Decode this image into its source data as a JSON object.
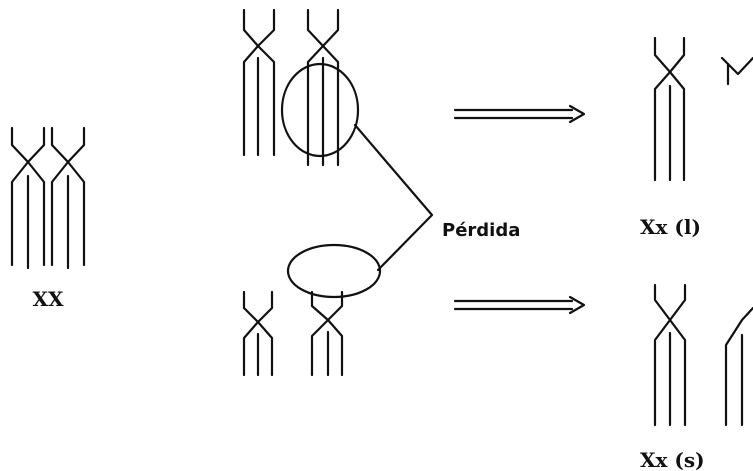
{
  "labels": {
    "left": "XX",
    "loss": "Pérdida",
    "top_right": "Xx (l)",
    "bottom_right": "Xx (s)"
  },
  "colors": {
    "ink": "#111111",
    "background": "#ffffff"
  }
}
